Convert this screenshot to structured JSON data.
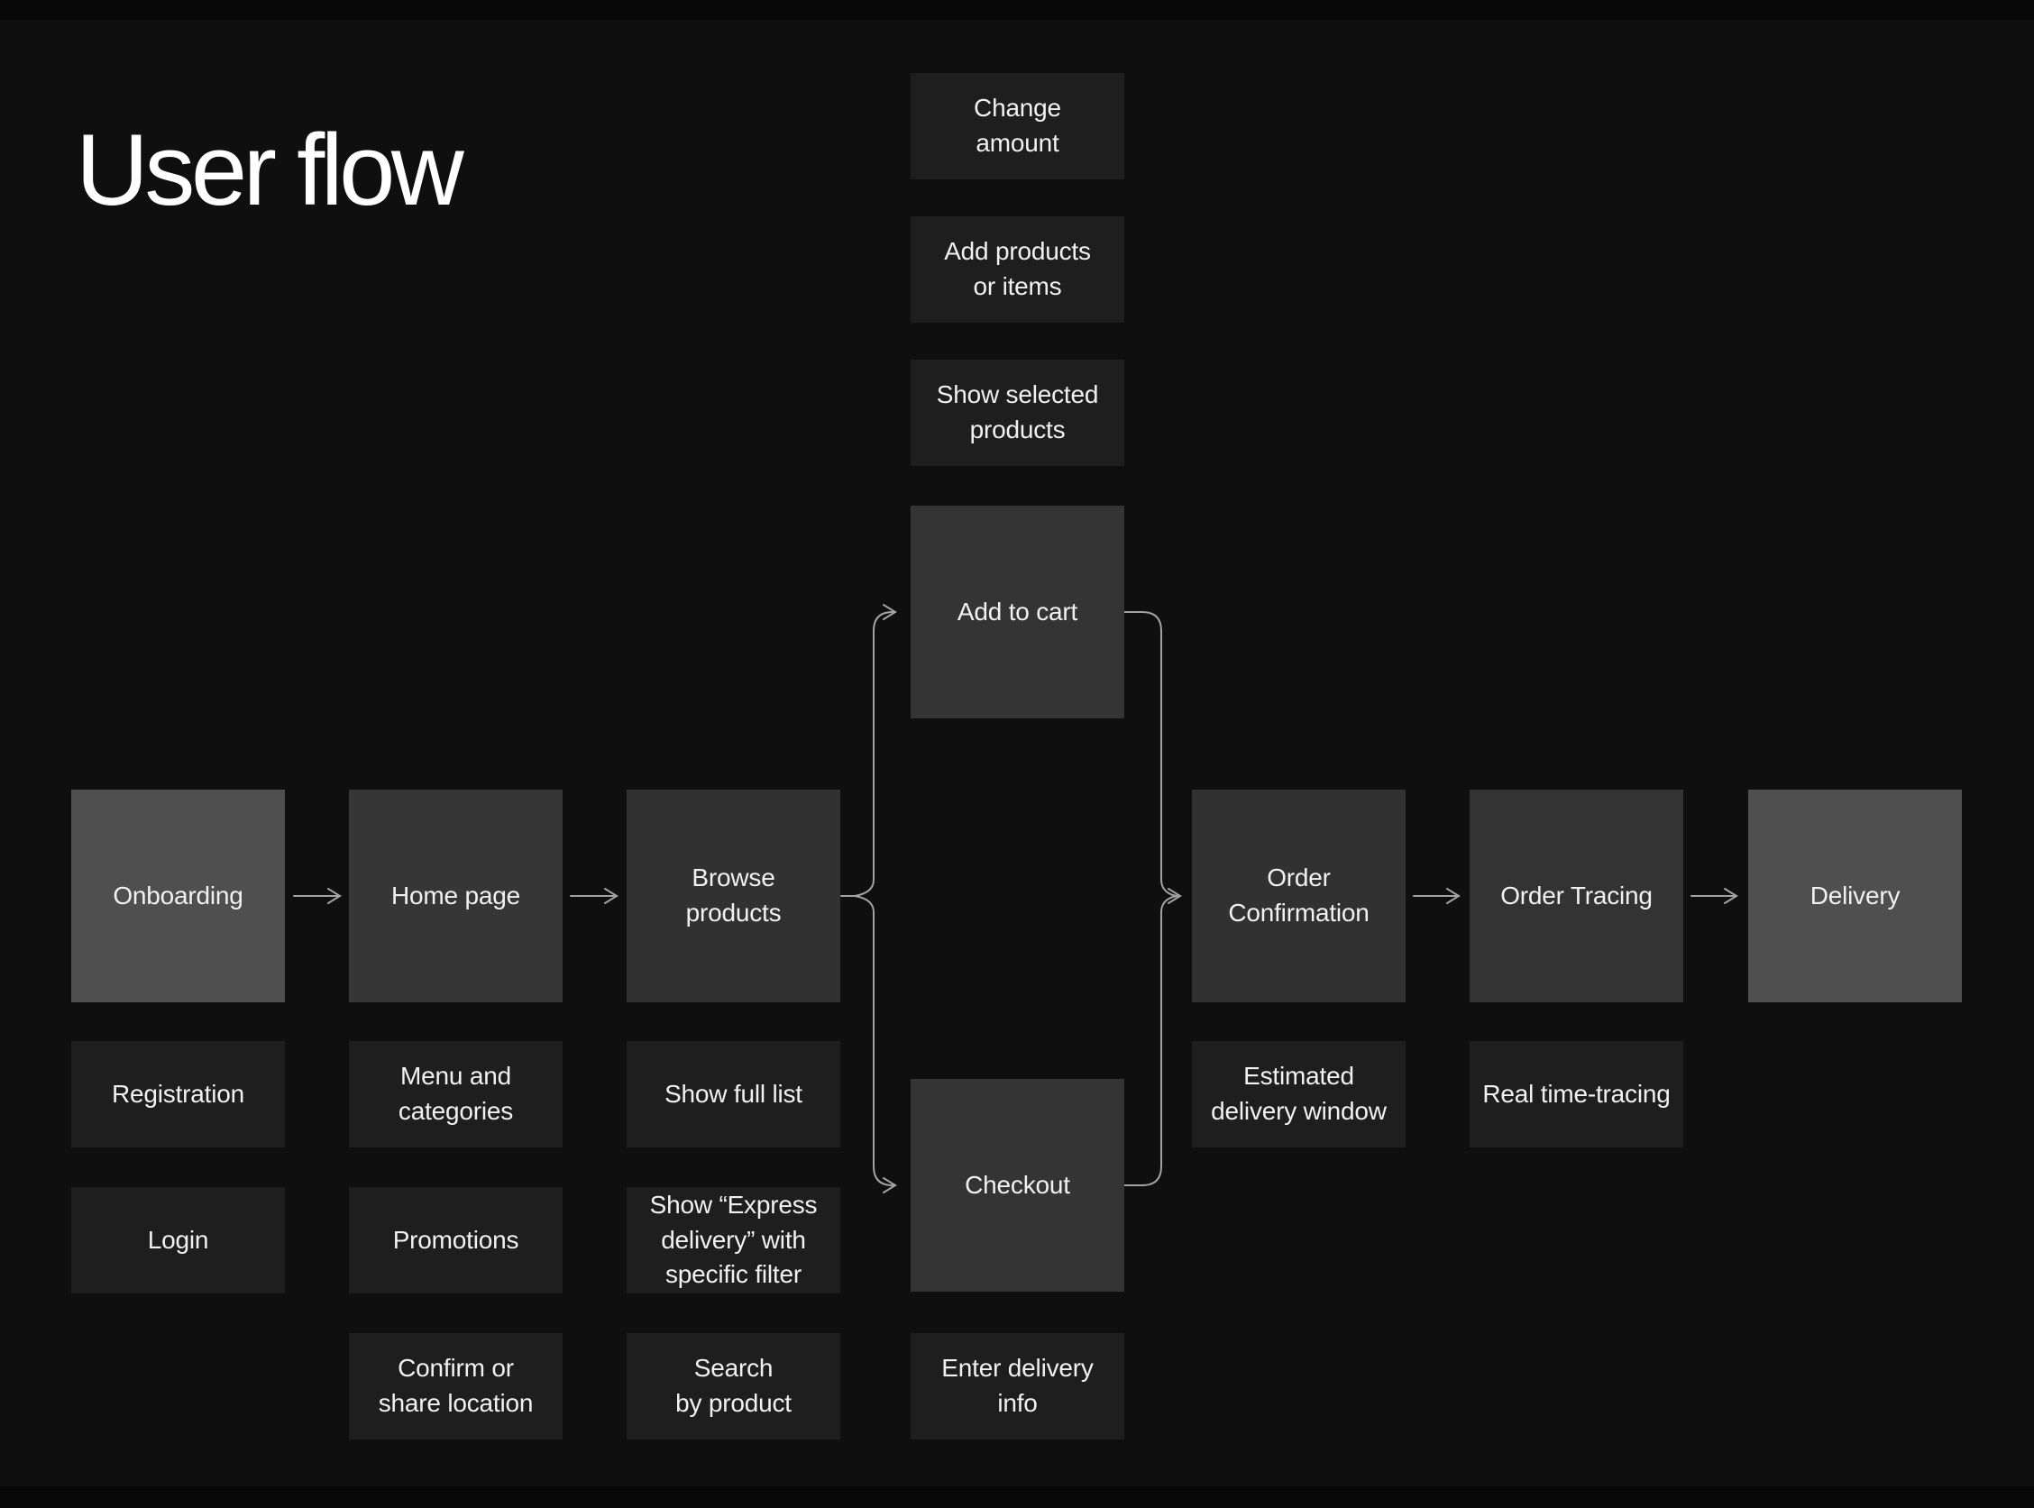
{
  "title": "User flow",
  "colors": {
    "background": "#0F0F0F",
    "node_primary": "#4F4F4F",
    "node_secondary": "#343434",
    "node_tertiary": "#1E1E1E",
    "connector": "#A3A3A3",
    "text": "#F1F1F1",
    "title_text": "#FFFFFF"
  },
  "nodes": {
    "change_amount": "Change\namount",
    "add_products_or_items": "Add products\nor items",
    "show_selected_products": "Show selected\nproducts",
    "add_to_cart": "Add to cart",
    "onboarding": "Onboarding",
    "home_page": "Home page",
    "browse_products": "Browse\nproducts",
    "order_confirmation": "Order\nConfirmation",
    "order_tracing": "Order Tracing",
    "delivery": "Delivery",
    "registration": "Registration",
    "login": "Login",
    "menu_and_categories": "Menu and\ncategories",
    "promotions": "Promotions",
    "confirm_or_share_location": "Confirm or\nshare location",
    "show_full_list": "Show full list",
    "express_delivery_filter": "Show “Express\ndelivery” with\nspecific filter",
    "search_by_product": "Search\nby product",
    "checkout": "Checkout",
    "enter_delivery_info": "Enter delivery\ninfo",
    "estimated_delivery_window": "Estimated\ndelivery window",
    "real_time_tracing": "Real time-tracing"
  }
}
